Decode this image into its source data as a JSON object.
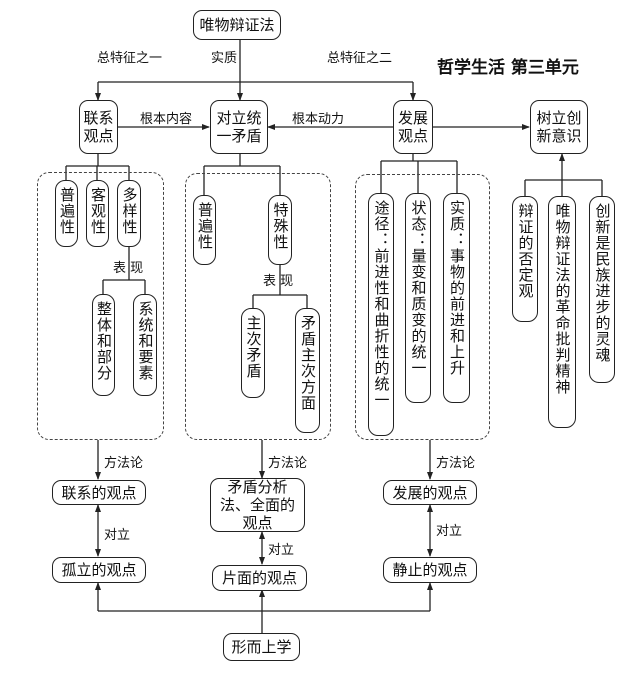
{
  "title": "哲学生活 第三单元",
  "root": "唯物辩证法",
  "edge_labels": {
    "feature1": "总特征之一",
    "essence": "实质",
    "feature2": "总特征之二",
    "basic_content": "根本内容",
    "basic_power": "根本动力",
    "biaoxian_1": "表 现",
    "biaoxian_2": "表 现",
    "methodology_1": "方法论",
    "methodology_2": "方法论",
    "methodology_3": "方法论",
    "oppose_1": "对立",
    "oppose_2": "对立",
    "oppose_3": "对立"
  },
  "nodes": {
    "connection": "联系观点",
    "contradiction": "对立统一矛盾",
    "development": "发展观点",
    "innovation": "树立创新意识"
  },
  "connection_props": [
    "普遍性",
    "客观性",
    "多样性"
  ],
  "connection_sub": [
    "整体和部分",
    "系统和要素"
  ],
  "contradiction_props": [
    "普遍性",
    "特殊性"
  ],
  "contradiction_sub": [
    "主次矛盾",
    "矛盾主次方面"
  ],
  "development_props": [
    "途径：前进性和曲折性的统一",
    "状态：量变和质变的统一",
    "实质：事物的前进和上升"
  ],
  "innovation_props": [
    "辩证的否定观",
    "唯物辩证法的革命批判精神",
    "创新是民族进步的灵魂"
  ],
  "method_views": {
    "connection": "联系的观点",
    "contradiction": "矛盾分析法、全面的观点",
    "development": "发展的观点"
  },
  "opposite_views": {
    "isolated": "孤立的观点",
    "onesided": "片面的观点",
    "static": "静止的观点"
  },
  "metaphysics": "形而上学"
}
